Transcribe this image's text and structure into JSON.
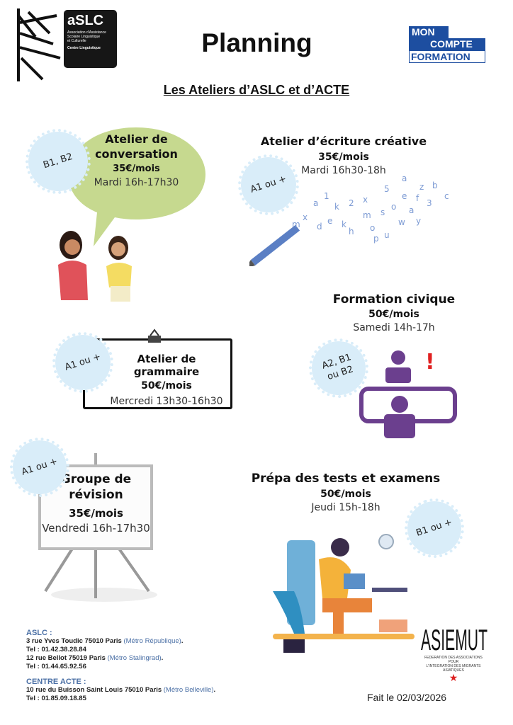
{
  "header": {
    "title": "Planning",
    "subtitle": "Les Ateliers d’ASLC et d’ACTE",
    "aslc_logo": {
      "name": "aSLC",
      "line1": "Association d'Assistance",
      "line2": "Scolaire Linguistique",
      "line3": "et Culturelle",
      "line4": "Centre Linguistique"
    },
    "mcf_logo": {
      "l1": "MON",
      "l2": "COMPTE",
      "l3": "FORMATION"
    }
  },
  "workshops": [
    {
      "title1": "Atelier de",
      "title2": "conversation",
      "price": "35€/mois",
      "schedule": "Mardi 16h-17h30",
      "level": "B1, B2"
    },
    {
      "title": "Atelier d’écriture créative",
      "price": "35€/mois",
      "schedule": "Mardi 16h30-18h",
      "level": "A1 ou +"
    },
    {
      "title": "Formation civique",
      "price": "50€/mois",
      "schedule": "Samedi 14h-17h",
      "level1": "A2, B1",
      "level2": "ou B2"
    },
    {
      "title": "Atelier de grammaire",
      "price": "50€/mois",
      "schedule": "Mercredi 13h30-16h30",
      "level": "A1 ou +"
    },
    {
      "title1": "Groupe de",
      "title2": "révision",
      "price": "35€/mois",
      "schedule": "Vendredi 16h-17h30",
      "level": "A1 ou +"
    },
    {
      "title": "Prépa des tests et examens",
      "price": "50€/mois",
      "schedule": "Jeudi 15h-18h",
      "level": "B1 ou +"
    }
  ],
  "contacts": {
    "aslc_heading": "ASLC :",
    "a1": "3 rue Yves Toudic 75010 Paris",
    "a1m": "(Métro République)",
    "t1": "Tel : 01.42.38.28.84",
    "a2": "12 rue Bellot 75019 Paris",
    "a2m": "(Métro Stalingrad)",
    "t2": "Tel : 01.44.65.92.56",
    "acte_heading": "CENTRE ACTE :",
    "a3": "10 rue du Buisson Saint Louis 75010 Paris",
    "a3m": "(Métro Belleville)",
    "t3": "Tel : 01.85.09.18.85"
  },
  "asiemut": {
    "name": "ASIEMUT",
    "l1": "FEDERATION DES ASSOCIATIONS",
    "l2": "POUR",
    "l3": "L'INTEGRATION DES MIGRANTS",
    "l4": "ASIATIQUES"
  },
  "footer": {
    "date": "Fait le 02/03/2026"
  }
}
